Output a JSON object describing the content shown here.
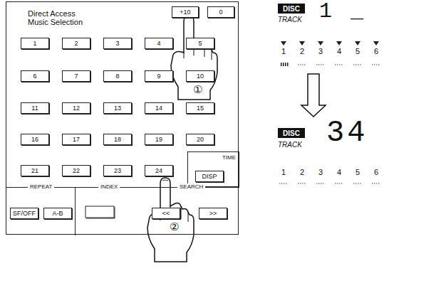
{
  "diagram": {
    "nodes": [
      {
        "text": [
          "Direct Access Music Selection"
        ]
      },
      {
        "text": [
          "+10"
        ],
        "in": 0
      },
      {
        "text": [
          "0"
        ],
        "in": 0
      },
      {
        "text": [
          "1"
        ],
        "in": 0
      },
      {
        "text": [
          "2"
        ],
        "in": 0
      },
      {
        "text": [
          "3"
        ],
        "in": 0
      },
      {
        "text": [
          "4"
        ],
        "in": 0
      },
      {
        "text": [
          "5"
        ],
        "in": 0
      },
      {
        "text": [
          "6"
        ],
        "in": 0
      },
      {
        "text": [
          "7"
        ],
        "in": 0
      },
      {
        "text": [
          "8"
        ],
        "in": 0
      },
      {
        "text": [
          "9"
        ],
        "in": 0
      },
      {
        "text": [
          "10"
        ],
        "in": 0
      },
      {
        "text": [
          "11"
        ],
        "in": 0
      },
      {
        "text": [
          "12"
        ],
        "in": 0
      },
      {
        "text": [
          "13"
        ],
        "in": 0
      },
      {
        "text": [
          "14"
        ],
        "in": 0
      },
      {
        "text": [
          "15"
        ],
        "in": 0
      },
      {
        "text": [
          "16"
        ],
        "in": 0
      },
      {
        "text": [
          "17"
        ],
        "in": 0
      },
      {
        "text": [
          "18"
        ],
        "in": 0
      },
      {
        "text": [
          "19"
        ],
        "in": 0
      },
      {
        "text": [
          "20"
        ],
        "in": 0
      },
      {
        "text": [
          "21"
        ],
        "in": 0
      },
      {
        "text": [
          "22"
        ],
        "in": 0
      },
      {
        "text": [
          "23"
        ],
        "in": 0
      },
      {
        "text": [
          "24"
        ],
        "in": 0
      },
      {
        "text": [
          "TIME"
        ],
        "in": 0
      },
      {
        "text": [
          "DISP"
        ],
        "in": 27
      },
      {
        "text": [
          "REPEAT"
        ],
        "in": 0
      },
      {
        "text": [
          "SF/OFF"
        ],
        "in": 29
      },
      {
        "text": [
          "A-B"
        ],
        "in": 29
      },
      {
        "text": [
          "INDEX"
        ],
        "in": 0
      },
      {
        "text": [
          "SEARCH"
        ],
        "in": 0
      },
      {
        "text": [
          "<<"
        ],
        "in": 33
      },
      {
        "text": [
          ">>"
        ],
        "in": 33
      },
      {
        "text": [
          "TRACK",
          "1 _",
          "1",
          "2",
          "3",
          "4",
          "5",
          "6"
        ]
      },
      {
        "text": [
          "DISC"
        ],
        "in": 36
      },
      {
        "text": [
          "TRACK",
          "34",
          "1",
          "2",
          "3",
          "4",
          "5",
          "6"
        ]
      },
      {
        "text": [
          "DISC"
        ],
        "in": 38
      }
    ],
    "edges": [
      {
        "from": 36,
        "to": 38,
        "arrow": "to"
      }
    ],
    "labels": [
      "①",
      "②"
    ]
  }
}
